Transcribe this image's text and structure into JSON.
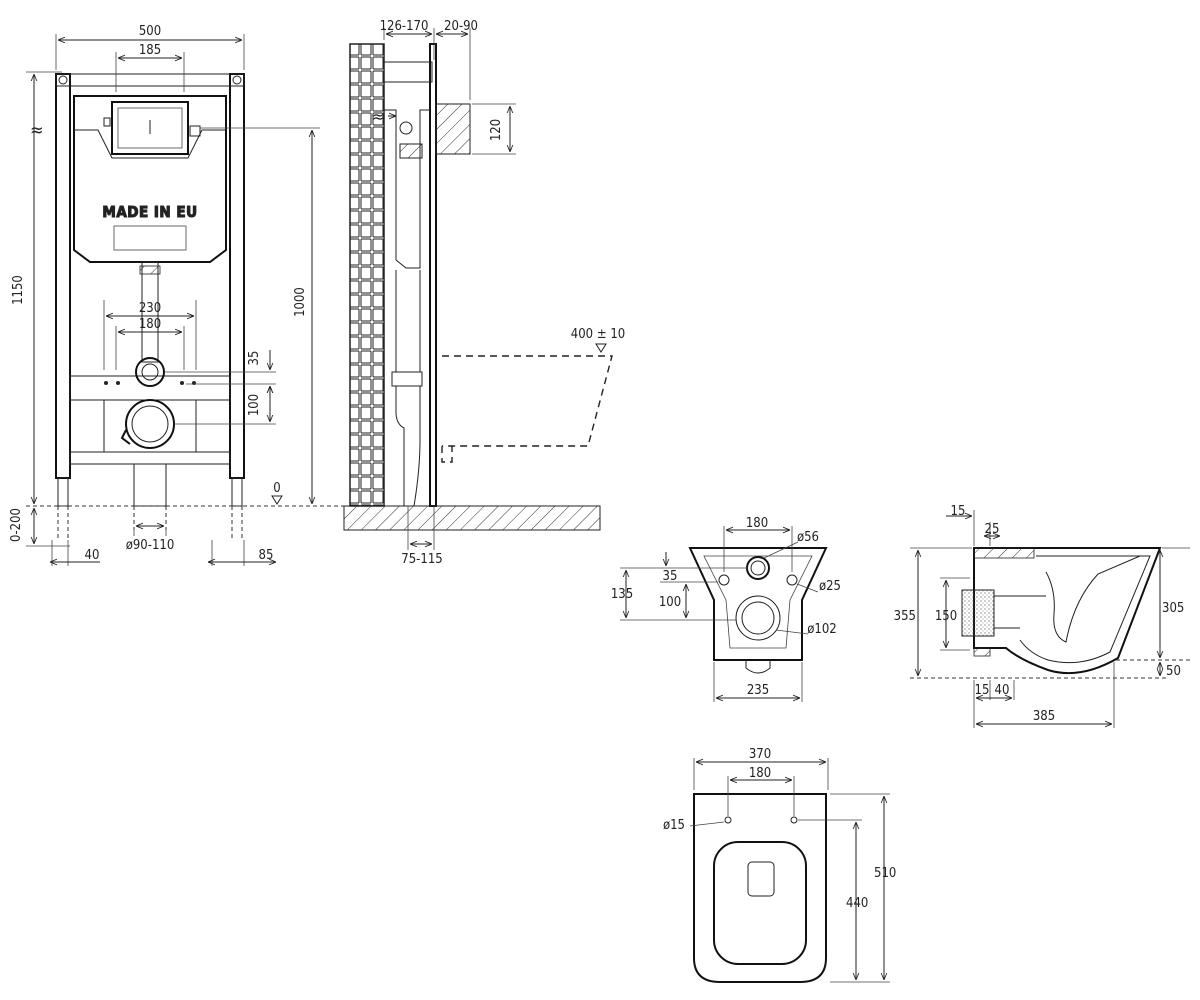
{
  "frame": {
    "width": "500",
    "cistern_width": "185",
    "height": "1150",
    "height_inlet": "1000",
    "bolt_spacing_outer": "230",
    "bolt_spacing_inner": "180",
    "offset_35": "35",
    "offset_100": "100",
    "label_made_in_eu": "MADE IN EU",
    "floor_adjust": "0-200",
    "foot_40": "40",
    "foot_85": "85",
    "drain_diameter": "ø90-110",
    "zero_level": "0"
  },
  "side": {
    "depth_range": "126-170",
    "finish_range": "20-90",
    "flush_button_height": "120",
    "bottom_range": "75-115",
    "bowl_height": "400 ± 10"
  },
  "bowl_back": {
    "bolt_spacing": "180",
    "inlet_diameter": "ø56",
    "dim_35": "35",
    "dim_135": "135",
    "dim_100": "100",
    "bolt_diameter": "ø25",
    "outlet_diameter": "ø102",
    "width_235": "235"
  },
  "bowl_side": {
    "dim_15_top": "15",
    "dim_25": "25",
    "height_355": "355",
    "dim_150": "150",
    "height_305": "305",
    "dim_50": "50",
    "dim_15_bottom": "15",
    "dim_40": "40",
    "length_385": "385"
  },
  "bowl_top": {
    "width_370": "370",
    "bolt_spacing": "180",
    "hole_diameter": "ø15",
    "length_510": "510",
    "length_440": "440"
  }
}
